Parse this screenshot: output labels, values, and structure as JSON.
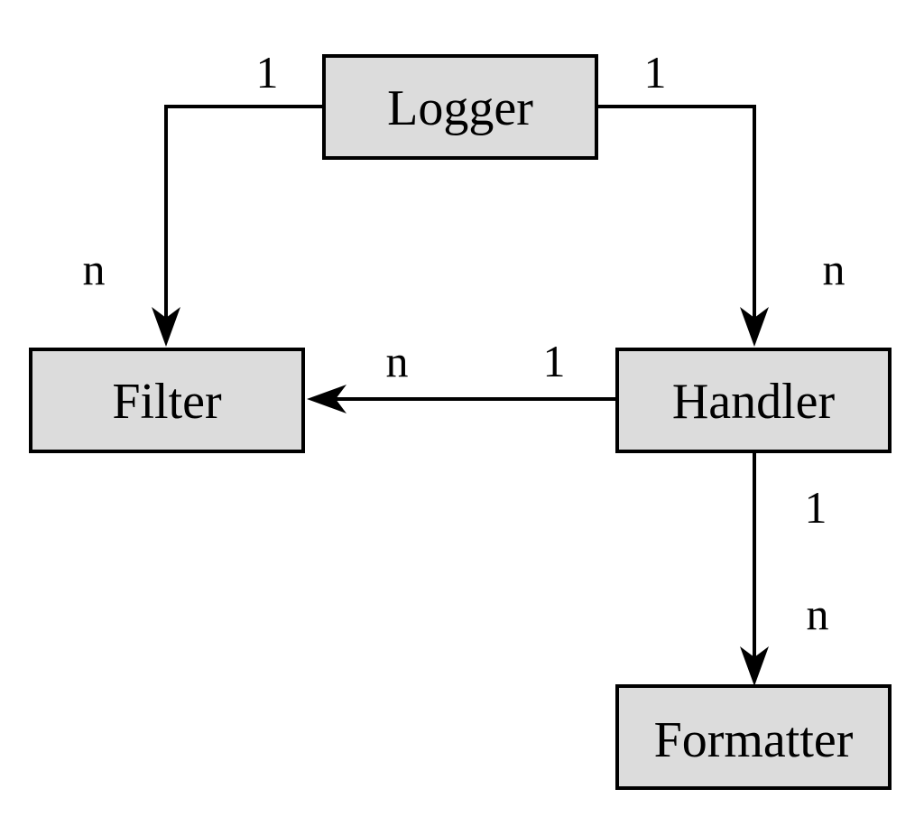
{
  "nodes": {
    "logger": "Logger",
    "filter": "Filter",
    "handler": "Handler",
    "formatter": "Formatter"
  },
  "edges": {
    "logger_filter": {
      "from_multiplicity": "1",
      "to_multiplicity": "n"
    },
    "logger_handler": {
      "from_multiplicity": "1",
      "to_multiplicity": "n"
    },
    "handler_filter": {
      "from_multiplicity": "1",
      "to_multiplicity": "n"
    },
    "handler_formatter": {
      "from_multiplicity": "1",
      "to_multiplicity": "n"
    }
  },
  "colors": {
    "box_fill": "#dcdcdc",
    "stroke": "#000000"
  }
}
